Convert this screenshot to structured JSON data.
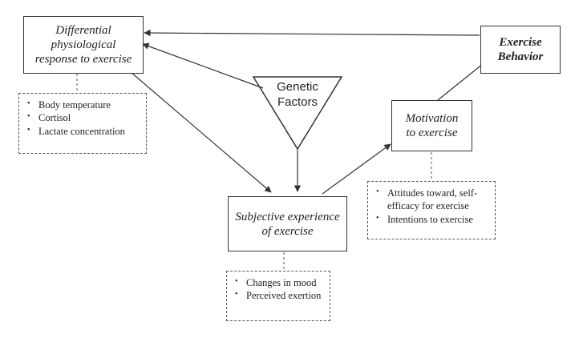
{
  "boxes": {
    "physiological": {
      "title": "Differential\nphysiological\nresponse to exercise",
      "items": [
        "Body temperature",
        "Cortisol",
        "Lactate concentration"
      ]
    },
    "behavior": {
      "title": "Exercise\nBehavior"
    },
    "motivation": {
      "title": "Motivation\nto exercise",
      "items": [
        "Attitudes toward, self-efficacy for exercise",
        "Intentions to exercise"
      ]
    },
    "subjective": {
      "title": "Subjective experience\nof exercise",
      "items": [
        "Changes in mood",
        "Perceived exertion"
      ]
    }
  },
  "genetic": {
    "label": "Genetic\nFactors"
  },
  "colors": {
    "line": "#333333",
    "dashed_border": "#555555",
    "background": "#ffffff"
  }
}
